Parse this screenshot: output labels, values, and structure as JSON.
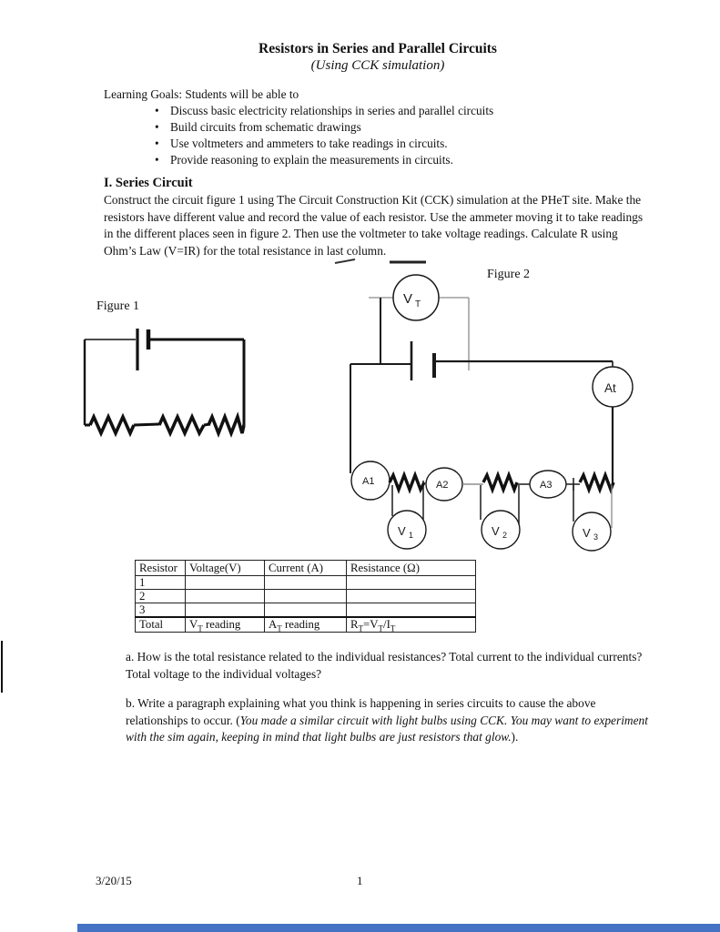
{
  "page": {
    "title": "Resistors in Series and Parallel Circuits",
    "subtitle": "(Using CCK simulation)",
    "footer": {
      "date": "3/20/15",
      "page_number": "1"
    }
  },
  "learning_goals": {
    "intro": "Learning Goals: Students will be able to",
    "items": [
      "Discuss basic electricity relationships in series and parallel circuits",
      "Build circuits from schematic drawings",
      "Use voltmeters and ammeters to take readings in circuits.",
      "Provide reasoning to explain the measurements in circuits."
    ]
  },
  "series_section": {
    "heading": "I. Series Circuit",
    "body": "Construct the circuit figure 1 using The Circuit Construction Kit (CCK) simulation at the PHeT site. Make the resistors have different value and record the value of each resistor. Use the ammeter moving it to take readings in the different places seen in figure 2. Then use the voltmeter to take voltage readings. Calculate R using Ohm’s Law (V=IR) for the total resistance in last column."
  },
  "figures": {
    "figure1_label": "Figure 1",
    "figure2_label": "Figure 2",
    "meters": {
      "vt": {
        "main": "V",
        "sub": "T"
      },
      "at": {
        "main": "At",
        "sub": ""
      },
      "a1": {
        "main": "A1",
        "sub": ""
      },
      "a2": {
        "main": "A2",
        "sub": ""
      },
      "a3": {
        "main": "A3",
        "sub": ""
      },
      "v1": {
        "main": "V",
        "sub": "1"
      },
      "v2": {
        "main": "V",
        "sub": "2"
      },
      "v3": {
        "main": "V",
        "sub": "3"
      }
    }
  },
  "table": {
    "headers": [
      "Resistor",
      "Voltage(V)",
      "Current (A)",
      "Resistance (Ω)"
    ],
    "rows": [
      [
        "1",
        "",
        "",
        ""
      ],
      [
        "2",
        "",
        "",
        ""
      ],
      [
        "3",
        "",
        "",
        ""
      ]
    ],
    "total": {
      "label": "Total",
      "voltage": {
        "main": "V",
        "sub": "T",
        "rest": " reading"
      },
      "current": {
        "main": "A",
        "sub": "T",
        "rest": " reading"
      },
      "resistance": {
        "p1": "R",
        "s1": "T",
        "p2": "=V",
        "s2": "T",
        "p3": "/I",
        "s3": "T"
      }
    }
  },
  "questions": {
    "a": "a. How is the total resistance related to the individual resistances? Total current to the individual currents? Total voltage to the individual voltages?",
    "b_pre": "b. Write a paragraph explaining what you think is happening in series circuits to cause the above relationships to occur. (",
    "b_italic": "You made a similar circuit with light bulbs using CCK. You may want to experiment with the sim again, keeping in mind that light bulbs are just resistors that glow.",
    "b_post": ")."
  },
  "colors": {
    "accent_bar": "#4472c4",
    "ink": "#1a1a1a"
  }
}
